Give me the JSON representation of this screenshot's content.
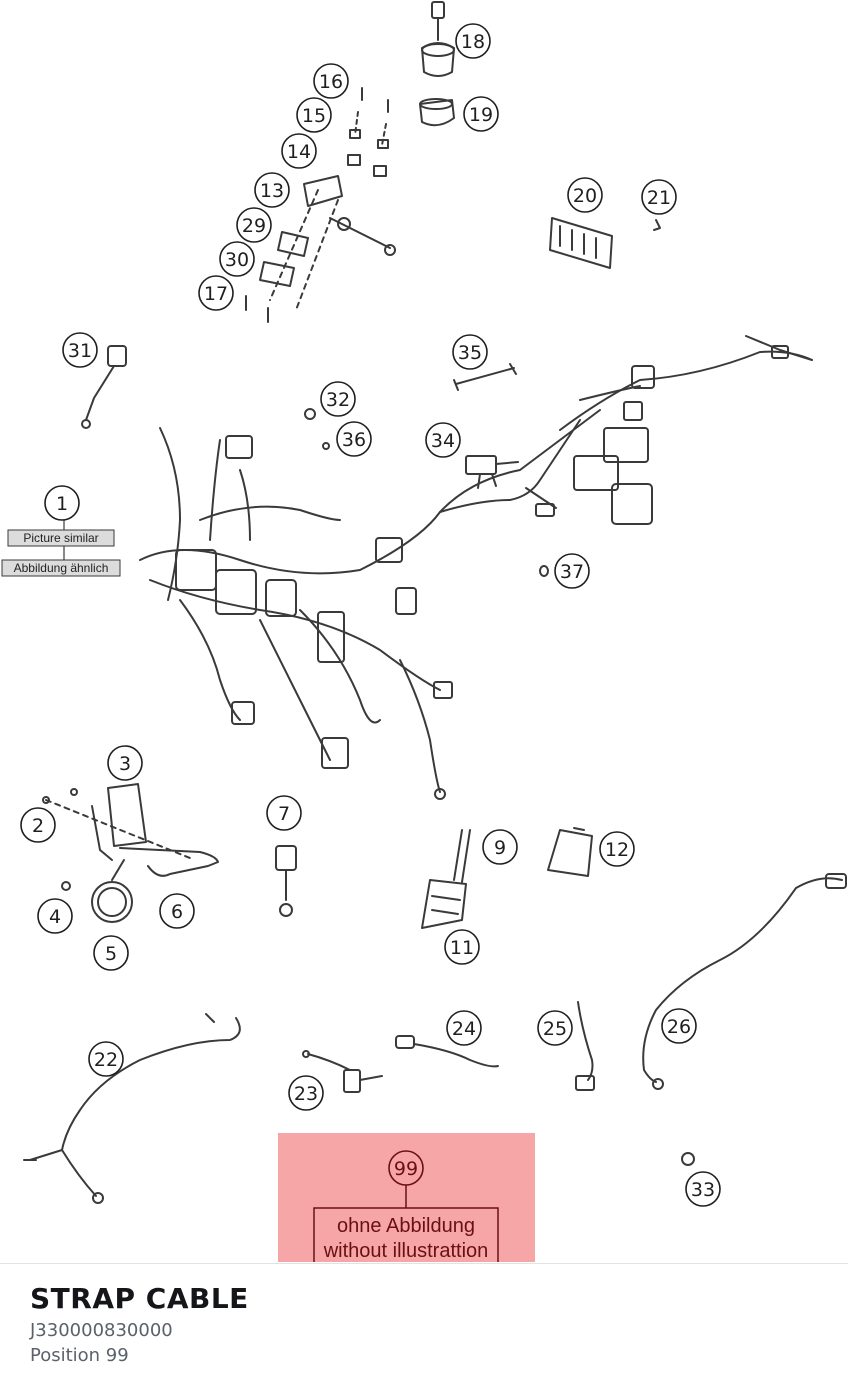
{
  "callouts": [
    {
      "label": "18"
    },
    {
      "label": "16"
    },
    {
      "label": "15"
    },
    {
      "label": "19"
    },
    {
      "label": "14"
    },
    {
      "label": "13"
    },
    {
      "label": "29"
    },
    {
      "label": "30"
    },
    {
      "label": "17"
    },
    {
      "label": "20"
    },
    {
      "label": "21"
    },
    {
      "label": "31"
    },
    {
      "label": "35"
    },
    {
      "label": "32"
    },
    {
      "label": "36"
    },
    {
      "label": "34"
    },
    {
      "label": "1"
    },
    {
      "label": "37"
    },
    {
      "label": "3"
    },
    {
      "label": "7"
    },
    {
      "label": "2"
    },
    {
      "label": "9"
    },
    {
      "label": "12"
    },
    {
      "label": "6"
    },
    {
      "label": "4"
    },
    {
      "label": "5"
    },
    {
      "label": "11"
    },
    {
      "label": "26"
    },
    {
      "label": "24"
    },
    {
      "label": "25"
    },
    {
      "label": "22"
    },
    {
      "label": "23"
    },
    {
      "label": "99"
    },
    {
      "label": "33"
    }
  ],
  "notes": {
    "picture_similar": "Picture similar",
    "abbildung_aehnlich": "Abbildung ähnlich",
    "ohne_abbildung": "ohne Abbildung",
    "without_illustration": "without illustrattion"
  },
  "colors": {
    "line": "#3a3a3a",
    "highlight": "#f7a6a8",
    "highlight_text": "#6b1010",
    "label_box": "#dcdcdc"
  },
  "part": {
    "title": "STRAP CABLE",
    "number": "J330000830000",
    "position": "Position 99"
  }
}
